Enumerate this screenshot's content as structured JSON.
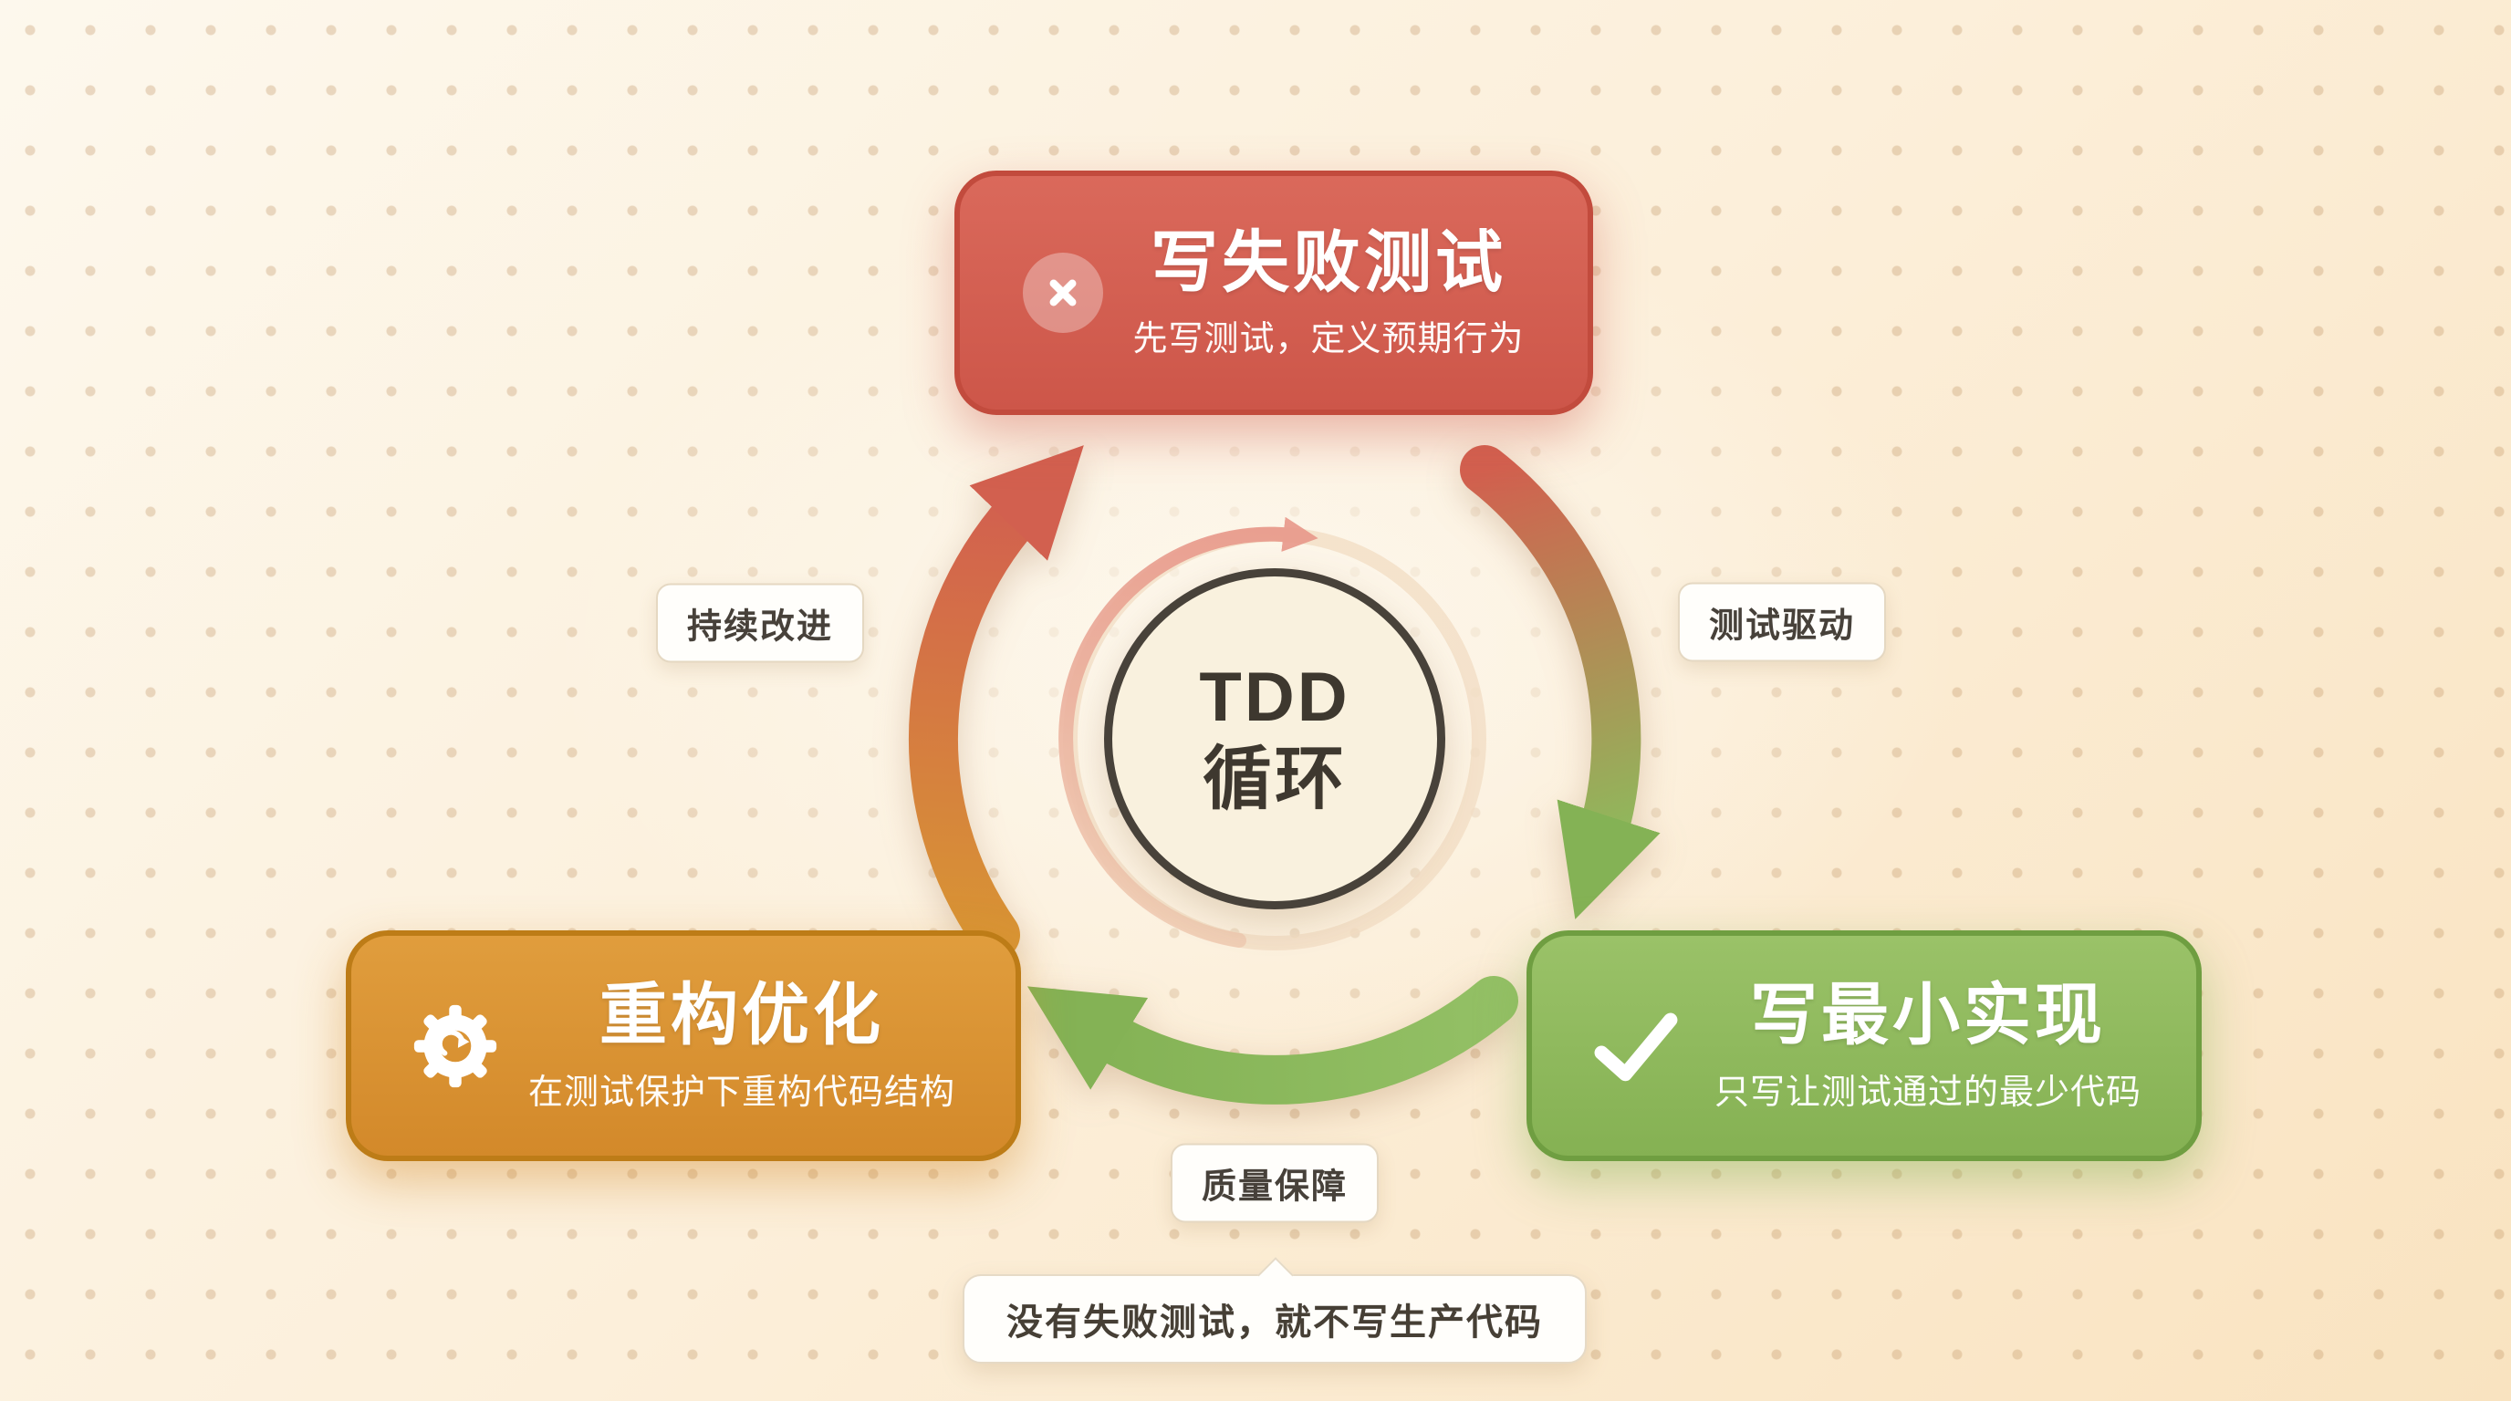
{
  "center": {
    "line1": "TDD",
    "line2": "循环"
  },
  "nodes": {
    "fail_test": {
      "title": "写失败测试",
      "subtitle": "先写测试，定义预期行为",
      "icon": "x-circle-icon",
      "color": "#cd5649",
      "border": "#c24b3d"
    },
    "min_impl": {
      "title": "写最小实现",
      "subtitle": "只写让测试通过的最少代码",
      "icon": "checkmark-icon",
      "color": "#85b153",
      "border": "#6f9e41"
    },
    "refactor": {
      "title": "重构优化",
      "subtitle": "在测试保护下重构代码结构",
      "icon": "gear-refresh-icon",
      "color": "#d3892a",
      "border": "#bd7c17"
    }
  },
  "edges": {
    "test_driven": "测试驱动",
    "quality_assurance": "质量保障",
    "continuous_improvement": "持续改进"
  },
  "note": "没有失败测试，就不写生产代码",
  "colors": {
    "background": "#fbeed7",
    "arrow_red": "#d2604f",
    "arrow_green": "#85b153",
    "arrow_orange": "#d89434",
    "circle_fill": "#f9f1de",
    "circle_border": "#48423a"
  }
}
